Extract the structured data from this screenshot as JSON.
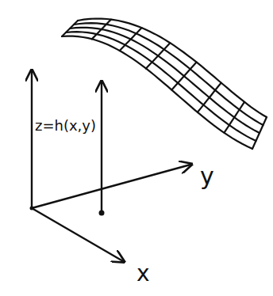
{
  "diagram": {
    "labels": [
      "z=h(x,y)",
      "y",
      "x"
    ]
  }
}
